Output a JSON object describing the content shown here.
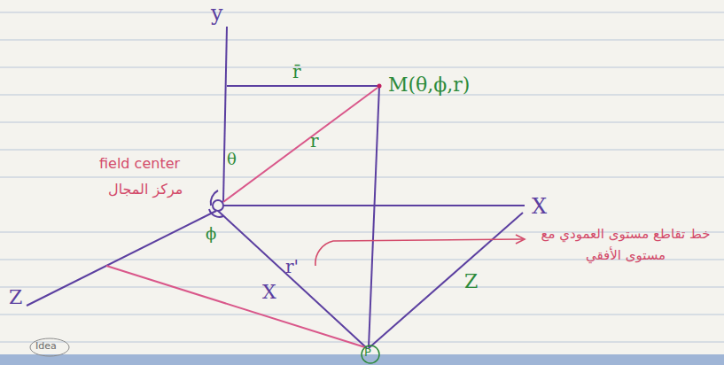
{
  "diagram": {
    "labels": [
      "y",
      "r̄",
      "M(θ,ϕ,r)",
      "r",
      "θ",
      "field center",
      "مركز المجال",
      "X",
      "ϕ",
      "r'",
      "X",
      "Z",
      "Z",
      "P",
      "خط تقاطع مستوى العمودي مع مستوى الأفقي",
      "Idea"
    ]
  }
}
